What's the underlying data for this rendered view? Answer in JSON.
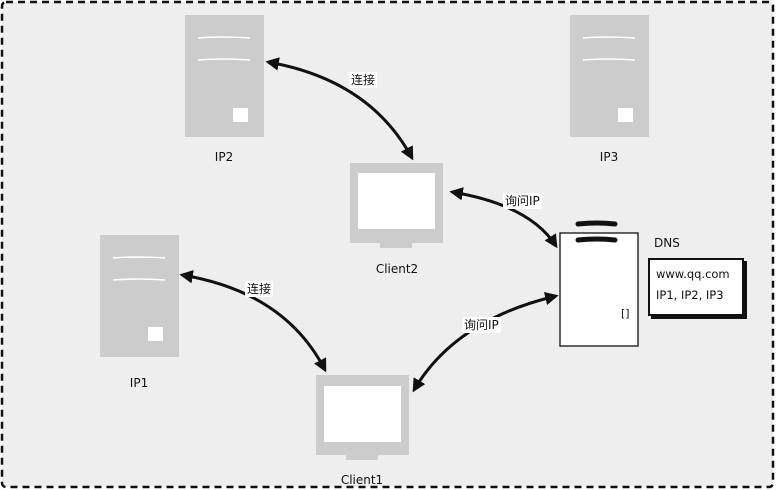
{
  "servers": {
    "ip2": {
      "label": "IP2"
    },
    "ip3": {
      "label": "IP3"
    },
    "ip1": {
      "label": "IP1"
    }
  },
  "clients": {
    "client2": {
      "label": "Client2"
    },
    "client1": {
      "label": "Client1"
    }
  },
  "dns": {
    "label": "DNS",
    "bracket": "[]",
    "records": {
      "domain": "www.qq.com",
      "ips": "IP1, IP2, IP3"
    }
  },
  "connections": {
    "ip2_client2": "连接",
    "ip1_client1": "连接",
    "client2_dns": "询问IP",
    "client1_dns": "询问IP"
  },
  "colors": {
    "background": "#eeeeee",
    "device": "#cccccc",
    "stroke": "#111111"
  }
}
